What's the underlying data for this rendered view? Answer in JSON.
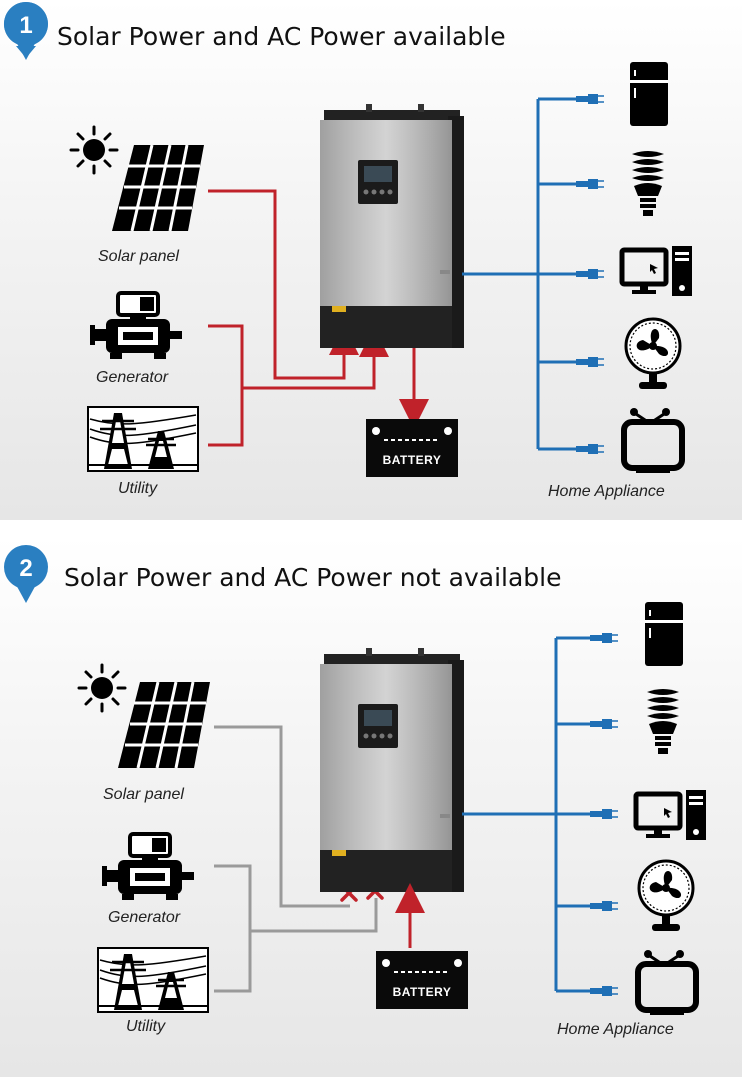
{
  "scenarios": [
    {
      "number": "1",
      "title": "Solar Power and AC Power available",
      "solar_label": "Solar panel",
      "generator_label": "Generator",
      "utility_label": "Utility",
      "battery_label": "BATTERY",
      "appliance_label": "Home Appliance"
    },
    {
      "number": "2",
      "title": "Solar Power and AC Power not available",
      "solar_label": "Solar panel",
      "generator_label": "Generator",
      "utility_label": "Utility",
      "battery_label": "BATTERY",
      "appliance_label": "Home Appliance"
    }
  ],
  "colors": {
    "active_line": "#c0222a",
    "inactive_line": "#9a9a9a",
    "output_line": "#1f6fb5",
    "badge": "#2a7fc1",
    "blocked_x": "#c0222a"
  },
  "icons": [
    "sun-icon",
    "solar-panel-icon",
    "generator-icon",
    "utility-tower-icon",
    "battery-icon",
    "inverter-icon",
    "fridge-icon",
    "bulb-icon",
    "computer-icon",
    "fan-icon",
    "tv-icon",
    "plug-icon"
  ]
}
